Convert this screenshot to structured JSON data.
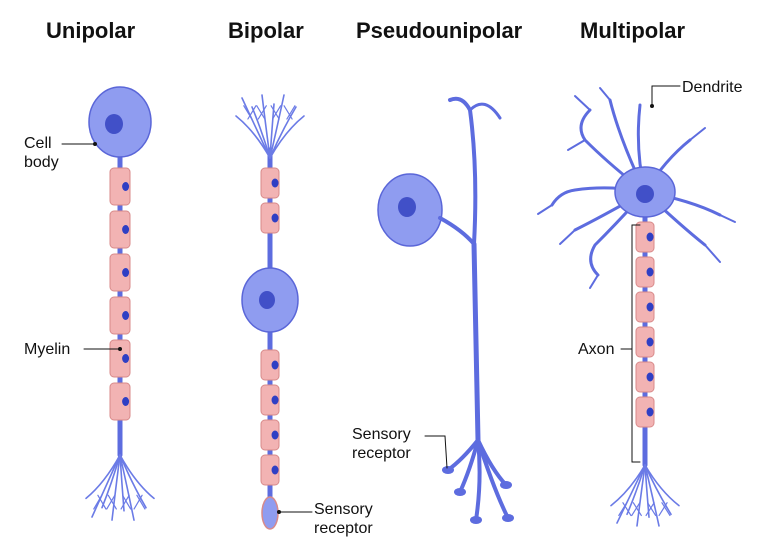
{
  "titles": {
    "unipolar": "Unipolar",
    "bipolar": "Bipolar",
    "pseudounipolar": "Pseudounipolar",
    "multipolar": "Multipolar"
  },
  "labels": {
    "cell_body_line1": "Cell",
    "cell_body_line2": "body",
    "myelin": "Myelin",
    "sensory_receptor_bipolar_line1": "Sensory",
    "sensory_receptor_bipolar_line2": "receptor",
    "sensory_receptor_pseudo_line1": "Sensory",
    "sensory_receptor_pseudo_line2": "receptor",
    "dendrite": "Dendrite",
    "axon": "Axon"
  },
  "colors": {
    "cell_fill": "#8f9cf0",
    "cell_stroke": "#5a66d8",
    "nucleus": "#4150c8",
    "axon": "#5d6cdf",
    "myelin_fill": "#f2b3b3",
    "myelin_stroke": "#d88a8a",
    "myelin_nucleus": "#2f3fc4",
    "dendrite": "#6b7be6"
  }
}
